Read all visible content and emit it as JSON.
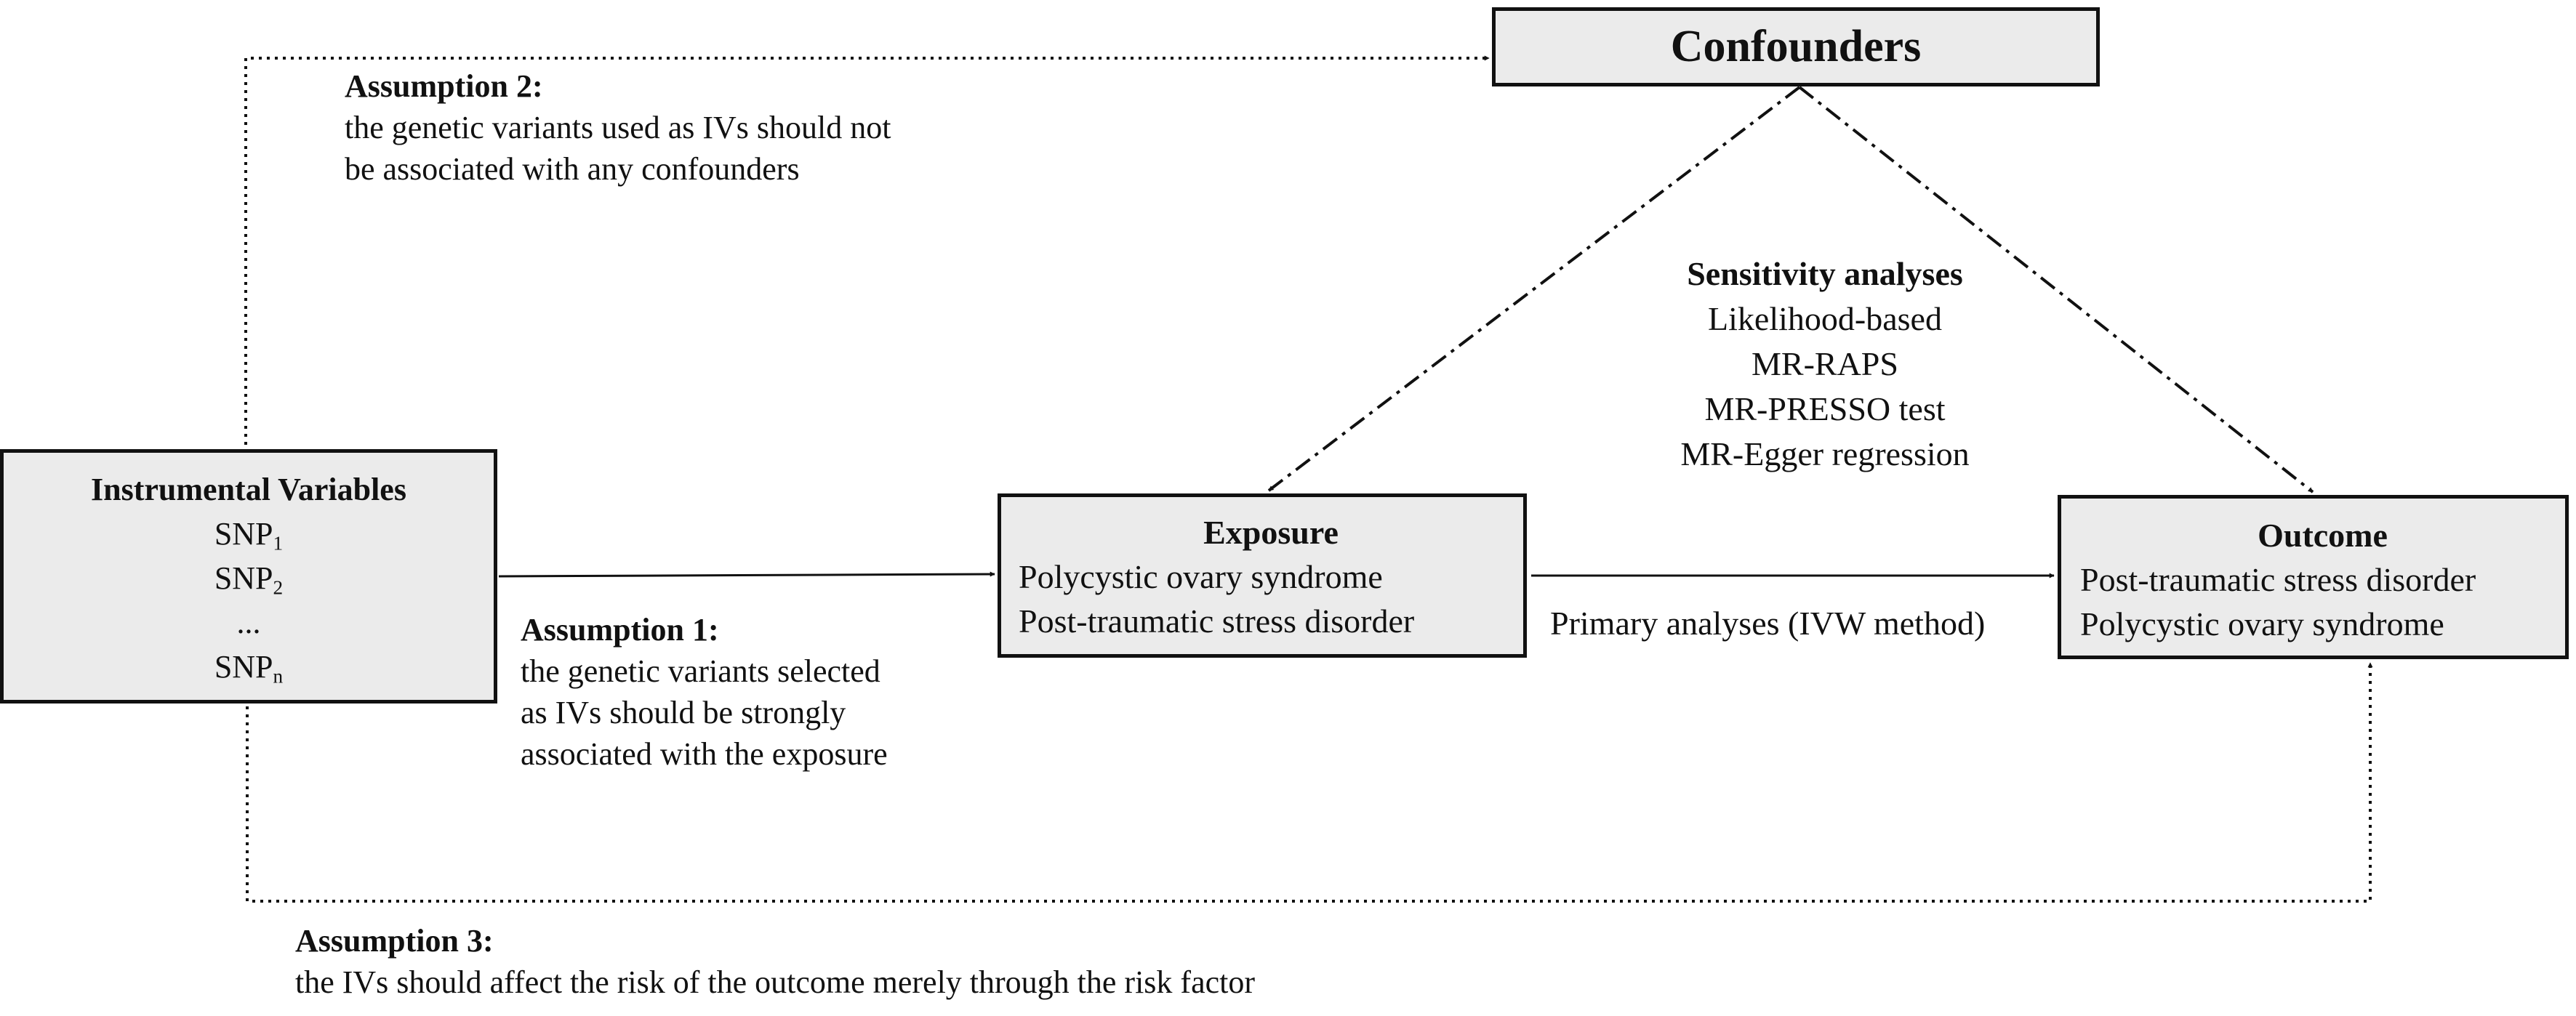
{
  "confounders": {
    "title": "Confounders"
  },
  "instrumental_variables": {
    "title": "Instrumental Variables",
    "items": [
      {
        "base": "SNP",
        "sub": "1"
      },
      {
        "base": "SNP",
        "sub": "2"
      },
      {
        "text": "..."
      },
      {
        "base": "SNP",
        "sub": "n"
      }
    ]
  },
  "exposure": {
    "title": "Exposure",
    "lines": [
      "Polycystic ovary syndrome",
      "Post-traumatic stress disorder"
    ]
  },
  "outcome": {
    "title": "Outcome",
    "lines": [
      "Post-traumatic stress disorder",
      "Polycystic ovary syndrome"
    ]
  },
  "assumption_1": {
    "title": "Assumption 1:",
    "lines": [
      "the genetic variants selected",
      "as IVs should be strongly",
      "associated with the exposure"
    ]
  },
  "assumption_2": {
    "title": "Assumption 2:",
    "lines": [
      "the genetic variants used as IVs should not",
      "be associated with any confounders"
    ]
  },
  "assumption_3": {
    "title": "Assumption 3:",
    "lines": [
      "the IVs should affect the risk of the outcome merely through the risk factor"
    ]
  },
  "sensitivity": {
    "title": "Sensitivity analyses",
    "methods": [
      "Likelihood-based",
      "MR-RAPS",
      "MR-PRESSO test",
      "MR-Egger regression"
    ]
  },
  "primary": {
    "label": "Primary analyses (IVW method)"
  }
}
